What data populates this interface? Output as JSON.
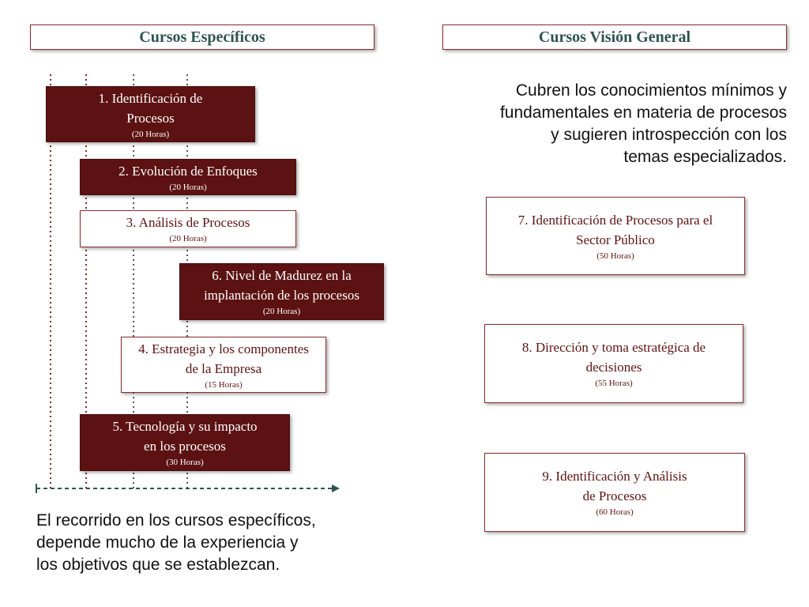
{
  "headers": {
    "left": "Cursos Específicos",
    "right": "Cursos Visión General"
  },
  "right_description": "Cubren los conocimientos mínimos y\nfundamentales en materia de procesos\ny sugieren introspección con los\ntemas especializados.",
  "left_description": "El recorrido en los cursos específicos,\ndepende mucho de la experiencia y\nlos objetivos que se establezcan.",
  "specific_courses": [
    {
      "title": "1. Identificación de\nProcesos",
      "hours": "(20 Horas)",
      "style": "dark"
    },
    {
      "title": "2. Evolución de Enfoques",
      "hours": "(20 Horas)",
      "style": "dark"
    },
    {
      "title": "3. Análisis de Procesos",
      "hours": "(20 Horas)",
      "style": "light"
    },
    {
      "title": "6. Nivel de Madurez en la\nimplantación de los procesos",
      "hours": "(20 Horas)",
      "style": "dark"
    },
    {
      "title": "4. Estrategia y los componentes\nde la Empresa",
      "hours": "(15 Horas)",
      "style": "light"
    },
    {
      "title": "5. Tecnología y su impacto\nen los procesos",
      "hours": "(30 Horas)",
      "style": "dark"
    }
  ],
  "general_courses": [
    {
      "title": "7. Identificación de Procesos para el\nSector Público",
      "hours": "(50 Horas)"
    },
    {
      "title": "8. Dirección y toma estratégica de\ndecisiones",
      "hours": "(55 Horas)"
    },
    {
      "title": "9. Identificación y Análisis\nde Procesos",
      "hours": "(60 Horas)"
    }
  ],
  "colors": {
    "dark_box": "#5c1212",
    "header_text": "#2f5450",
    "guide_line": "#7a2a2a",
    "arrow": "#2f5450"
  }
}
